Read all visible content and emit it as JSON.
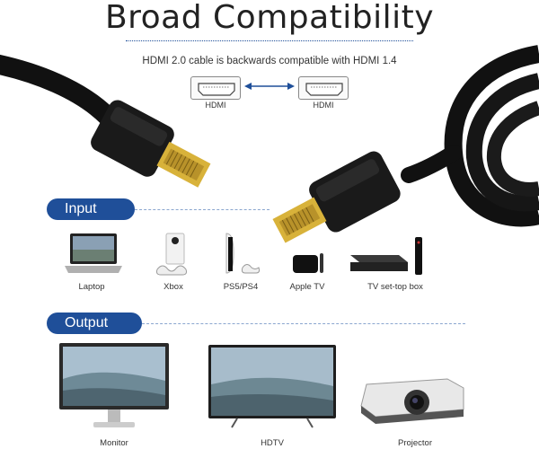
{
  "title": "Broad Compatibility",
  "subtitle": "HDMI 2.0 cable is backwards compatible with HDMI 1.4",
  "ports": [
    {
      "label": "HDMI"
    },
    {
      "label": "HDMI"
    }
  ],
  "input": {
    "heading": "Input",
    "devices": [
      {
        "label": "Laptop",
        "icon": "laptop-icon"
      },
      {
        "label": "Xbox",
        "icon": "xbox-console-icon"
      },
      {
        "label": "PS5/PS4",
        "icon": "playstation-console-icon"
      },
      {
        "label": "Apple TV",
        "icon": "apple-tv-icon"
      },
      {
        "label": "TV set-top box",
        "icon": "set-top-box-icon"
      }
    ]
  },
  "output": {
    "heading": "Output",
    "devices": [
      {
        "label": "Monitor",
        "icon": "monitor-icon"
      },
      {
        "label": "HDTV",
        "icon": "hdtv-icon"
      },
      {
        "label": "Projector",
        "icon": "projector-icon"
      }
    ]
  },
  "colors": {
    "accent": "#1f4f99",
    "cable": "#111111",
    "connector_gold": "#d8b23a"
  }
}
